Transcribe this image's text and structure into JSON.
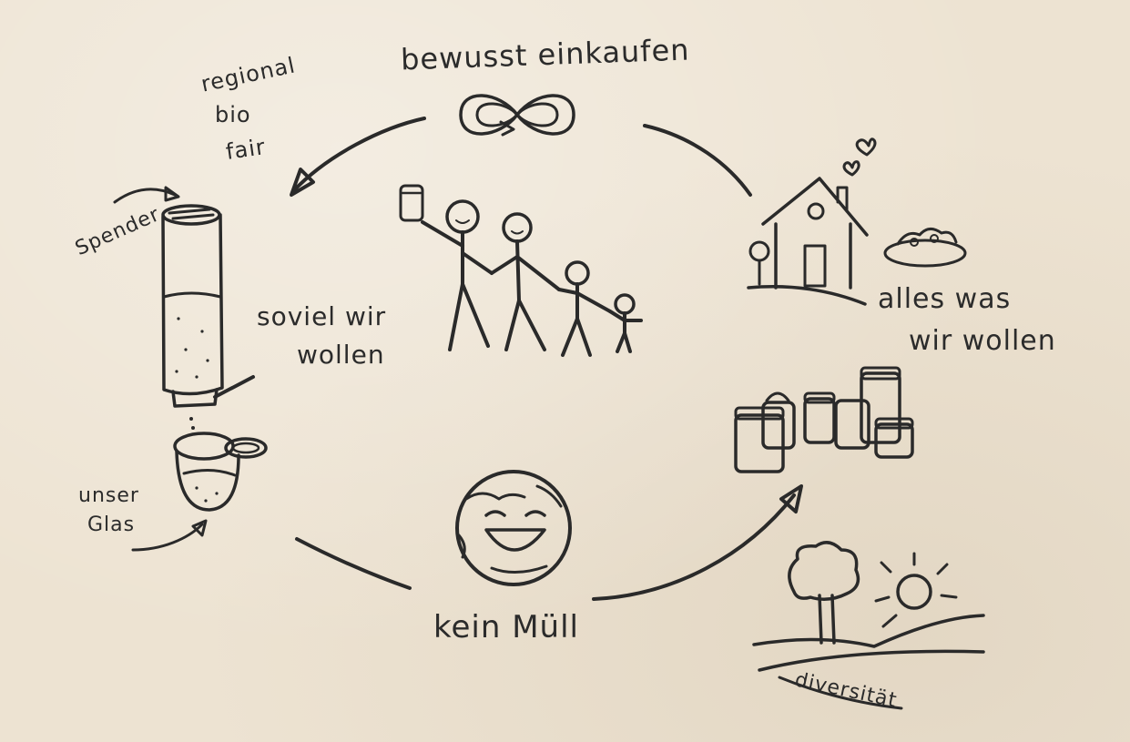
{
  "labels": {
    "conscious_shopping": "bewusst einkaufen",
    "regional": "regional",
    "bio": "bio",
    "fair": "fair",
    "dispenser": "Spender",
    "as_much_line1": "soviel wir",
    "as_much_line2": "wollen",
    "our_jar_line1": "unser",
    "our_jar_line2": "Glas",
    "no_waste": "kein Müll",
    "everything_line1": "alles was",
    "everything_line2": "wir wollen",
    "diversity": "diversität"
  },
  "icons": {
    "infinity": "infinity-icon",
    "family": "family-icon",
    "house": "house-icon",
    "earth": "earth-icon",
    "dispenser": "dispenser-icon",
    "jar": "jar-icon",
    "jars": "jars-group-icon",
    "landscape": "landscape-icon"
  },
  "colors": {
    "ink": "#2a2a2a",
    "paper": "#ede3d2"
  }
}
